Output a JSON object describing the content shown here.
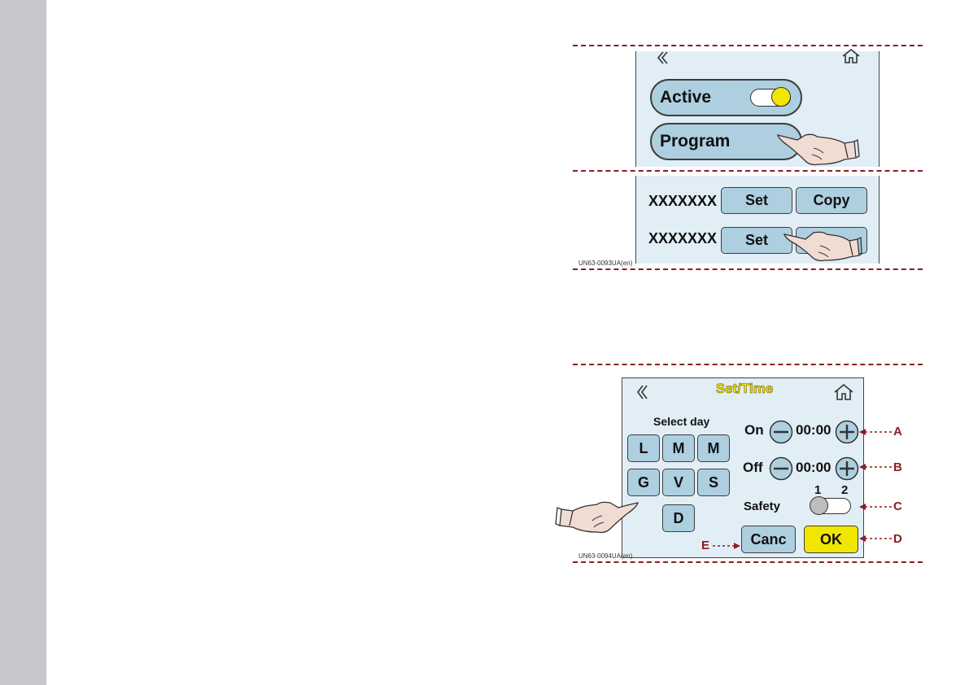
{
  "figure1": {
    "active_label": "Active",
    "program_label": "Program",
    "rows": [
      {
        "name": "XXXXXXX",
        "set_label": "Set",
        "copy_label": "Copy"
      },
      {
        "name": "XXXXXXX",
        "set_label": "Set"
      }
    ],
    "code": "UN63-0093UA(en)"
  },
  "figure2": {
    "title": "Set/Time",
    "select_day_label": "Select day",
    "days": [
      "L",
      "M",
      "M",
      "G",
      "V",
      "S",
      "D"
    ],
    "on_label": "On",
    "on_time": "00:00",
    "off_label": "Off",
    "off_time": "00:00",
    "safety_label": "Safety",
    "safety_option_1": "1",
    "safety_option_2": "2",
    "cancel_label": "Canc",
    "ok_label": "OK",
    "callouts": {
      "a": "A",
      "b": "B",
      "c": "C",
      "d": "D",
      "e": "E"
    },
    "code": "UN63-0094UA(en)"
  },
  "colors": {
    "screen_bg": "#e2eef6",
    "button_bg": "#aecfe0",
    "title_yellow": "#f1e600",
    "ok_yellow": "#f1e600",
    "toggle_knob": "#f1e600",
    "callout_red": "#8c1d23"
  },
  "icons": {
    "back": "back-chevron-icon",
    "home": "home-icon",
    "plus": "plus-icon",
    "minus": "minus-icon",
    "hand": "pointing-hand-icon"
  }
}
